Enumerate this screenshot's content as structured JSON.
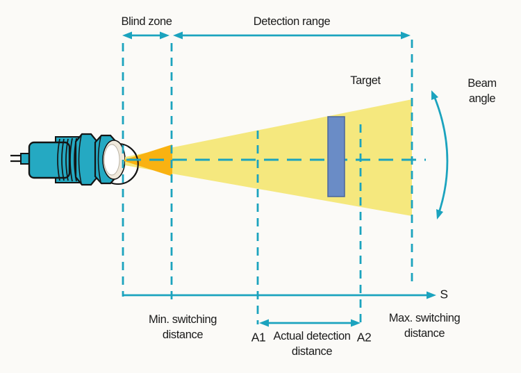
{
  "colors": {
    "background": "#fbfaf7",
    "text": "#1a1a1a",
    "teal": "#1ba3be",
    "sensor_teal": "#25a9c2",
    "beam_yellow": "#f5e87e",
    "blind_orange": "#f9b211",
    "target_blue": "#6a8cc6",
    "target_border": "#49659b"
  },
  "labels": {
    "blind_zone": "Blind zone",
    "detection_range": "Detection range",
    "target": "Target",
    "beam_angle": "Beam angle",
    "axis_s": "S",
    "min_switching_distance": "Min. switching\ndistance",
    "a1": "A1",
    "actual_detection_distance": "Actual detection\ndistance",
    "a2": "A2",
    "max_switching_distance": "Max. switching\ndistance"
  }
}
